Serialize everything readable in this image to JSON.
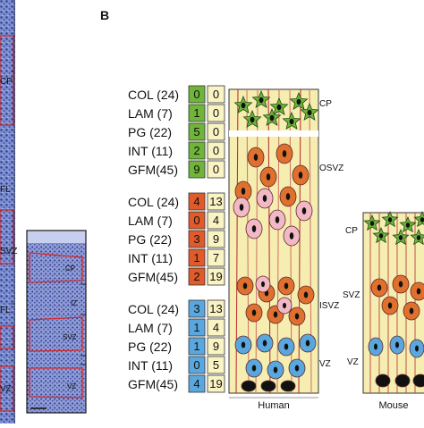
{
  "panel_letter": "B",
  "left_image": {
    "labels": [
      "CP",
      "FL",
      "SVZ",
      "FL",
      "VZ"
    ]
  },
  "inset": {
    "labels": [
      "CP",
      "IZ",
      "SVZ",
      "VZ"
    ]
  },
  "table": {
    "groups": [
      {
        "color": "#6fb53a",
        "rows": [
          {
            "label": "COL (24)",
            "a": "0",
            "b": "0"
          },
          {
            "label": "LAM  (7)",
            "a": "1",
            "b": "0"
          },
          {
            "label": "PG  (22)",
            "a": "5",
            "b": "0"
          },
          {
            "label": "INT  (11)",
            "a": "2",
            "b": "0"
          },
          {
            "label": "GFM(45)",
            "a": "9",
            "b": "0"
          }
        ]
      },
      {
        "color": "#e05a2a",
        "rows": [
          {
            "label": "COL (24)",
            "a": "4",
            "b": "13"
          },
          {
            "label": "LAM  (7)",
            "a": "0",
            "b": "4"
          },
          {
            "label": "PG  (22)",
            "a": "3",
            "b": "9"
          },
          {
            "label": "INT  (11)",
            "a": "1",
            "b": "7"
          },
          {
            "label": "GFM(45)",
            "a": "2",
            "b": "19"
          }
        ]
      },
      {
        "color": "#5aa7df",
        "rows": [
          {
            "label": "COL (24)",
            "a": "3",
            "b": "13"
          },
          {
            "label": "LAM  (7)",
            "a": "1",
            "b": "4"
          },
          {
            "label": "PG  (22)",
            "a": "1",
            "b": "9"
          },
          {
            "label": "INT  (11)",
            "a": "0",
            "b": "5"
          },
          {
            "label": "GFM(45)",
            "a": "4",
            "b": "19"
          }
        ]
      }
    ]
  },
  "human": {
    "caption": "Human",
    "zones": [
      "CP",
      "OSVZ",
      "ISVZ",
      "VZ"
    ]
  },
  "mouse": {
    "caption": "Mouse",
    "zones": [
      "CP",
      "SVZ",
      "VZ"
    ]
  },
  "colors": {
    "green": "#6fb53a",
    "orange": "#e0702e",
    "pink": "#f2b8c6",
    "blue": "#5aa7df",
    "panel_bg": "#f6edb0",
    "tissue": "#4a5fb0"
  }
}
